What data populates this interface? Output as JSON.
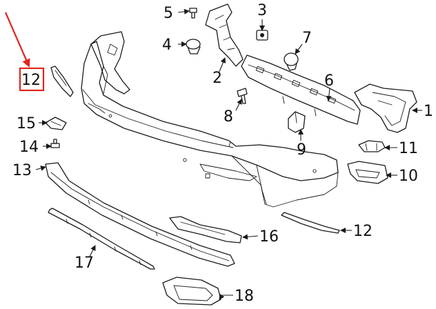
{
  "colors": {
    "line": "#1a1a1a",
    "highlight": "#e0261f",
    "background": "#ffffff"
  },
  "callouts": [
    {
      "id": "1",
      "label": "1"
    },
    {
      "id": "2",
      "label": "2"
    },
    {
      "id": "3",
      "label": "3"
    },
    {
      "id": "4",
      "label": "4"
    },
    {
      "id": "5",
      "label": "5"
    },
    {
      "id": "6",
      "label": "6"
    },
    {
      "id": "7",
      "label": "7"
    },
    {
      "id": "8",
      "label": "8"
    },
    {
      "id": "9",
      "label": "9"
    },
    {
      "id": "10",
      "label": "10"
    },
    {
      "id": "11",
      "label": "11"
    },
    {
      "id": "12a",
      "label": "12",
      "highlighted": true
    },
    {
      "id": "12b",
      "label": "12"
    },
    {
      "id": "13",
      "label": "13"
    },
    {
      "id": "14",
      "label": "14"
    },
    {
      "id": "15",
      "label": "15"
    },
    {
      "id": "16",
      "label": "16"
    },
    {
      "id": "17",
      "label": "17"
    },
    {
      "id": "18",
      "label": "18"
    }
  ]
}
